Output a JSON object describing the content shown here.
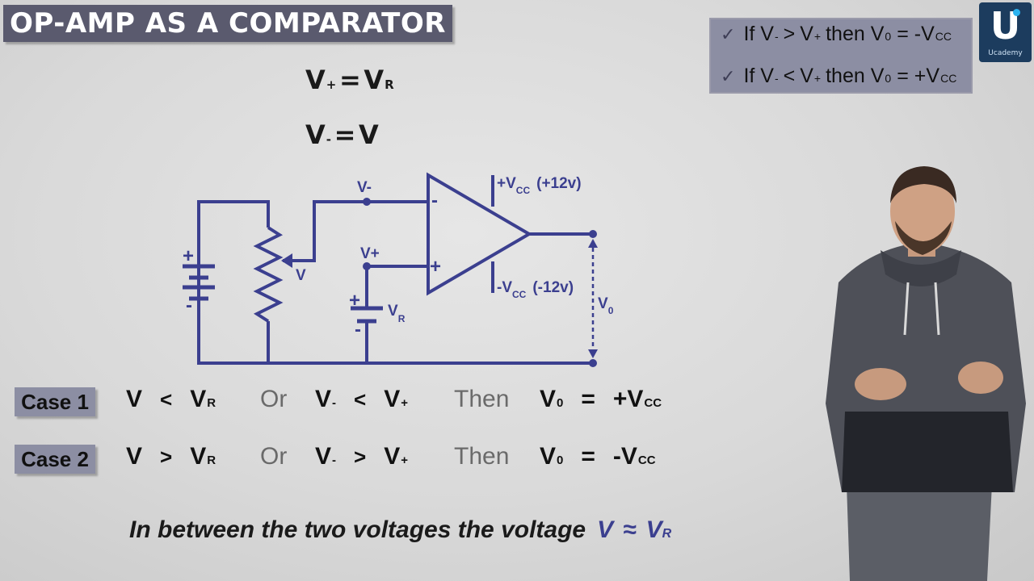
{
  "title": "OP-AMP AS A COMPARATOR",
  "logo": {
    "letter": "U",
    "name": "Ucademy"
  },
  "equations": [
    {
      "lhs": "V",
      "lhs_sub": "+",
      "op": "=",
      "rhs": "V",
      "rhs_sub": "R"
    },
    {
      "lhs": "V",
      "lhs_sub": "-",
      "op": "=",
      "rhs": "V",
      "rhs_sub": ""
    }
  ],
  "conditions": [
    {
      "check": "✓",
      "prefix": "If V",
      "a_sub": "-",
      "cmp": ">",
      "b": "V",
      "b_sub": "+",
      "then": "then V",
      "out_sub": "0",
      "eq": "=",
      "result": "-V",
      "result_sub": "CC"
    },
    {
      "check": "✓",
      "prefix": "If V",
      "a_sub": "-",
      "cmp": "<",
      "b": "V",
      "b_sub": "+",
      "then": "then V",
      "out_sub": "0",
      "eq": "=",
      "result": "+V",
      "result_sub": "CC"
    }
  ],
  "circuit": {
    "label_vminus": "V-",
    "label_vplus": "V+",
    "label_v": "V",
    "label_vr": "V",
    "label_vr_sub": "R",
    "label_vcc_pos": "+V",
    "label_vcc_pos_sub": "CC",
    "label_vcc_pos_val": "(+12v)",
    "label_vcc_neg": "-V",
    "label_vcc_neg_sub": "CC",
    "label_vcc_neg_val": "(-12v)",
    "label_vo": "V",
    "label_vo_sub": "0",
    "sign_plus": "+",
    "sign_minus": "-"
  },
  "cases": [
    {
      "label": "Case 1",
      "p1": "V",
      "c1": "<",
      "p2": "V",
      "p2_sub": "R",
      "or": "Or",
      "p3": "V",
      "p3_sub": "-",
      "c2": "<",
      "p4": "V",
      "p4_sub": "+",
      "then": "Then",
      "p5": "V",
      "p5_sub": "0",
      "eq": "=",
      "result": "+V",
      "result_sub": "CC"
    },
    {
      "label": "Case 2",
      "p1": "V",
      "c1": ">",
      "p2": "V",
      "p2_sub": "R",
      "or": "Or",
      "p3": "V",
      "p3_sub": "-",
      "c2": ">",
      "p4": "V",
      "p4_sub": "+",
      "then": "Then",
      "p5": "V",
      "p5_sub": "0",
      "eq": "=",
      "result": "-V",
      "result_sub": "CC"
    }
  ],
  "bottom": {
    "text": "In between the two voltages the voltage",
    "v": "V",
    "approx": "≈",
    "vr": "V",
    "vr_sub": "R"
  },
  "colors": {
    "accent": "#3b3f8f",
    "label_box": "#8c8ea3",
    "title_box": "#5a5a6e"
  }
}
